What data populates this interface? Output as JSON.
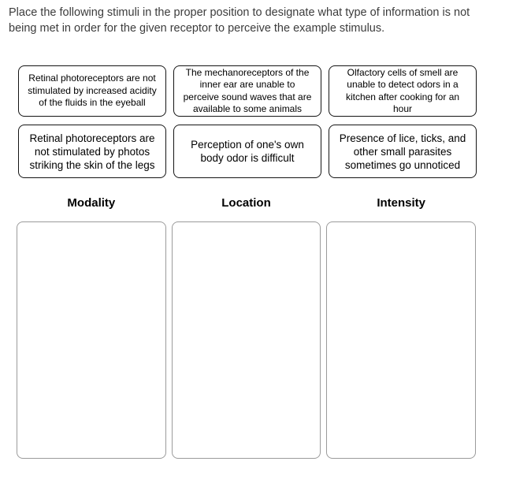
{
  "instructions": "Place the following stimuli in the proper position to designate what type of information is not being met in order for the given receptor to perceive the example stimulus.",
  "cards": [
    {
      "text": "Retinal photoreceptors are not stimulated by increased acidity of the fluids in the eyeball"
    },
    {
      "text": "The mechanoreceptors of the inner ear are unable to perceive sound waves that are available to some animals"
    },
    {
      "text": "Olfactory cells of smell are unable to detect odors in a kitchen after cooking for an hour"
    },
    {
      "text": "Retinal photoreceptors are not stimulated by photos striking the skin of the legs"
    },
    {
      "text": "Perception of one's own body odor is difficult"
    },
    {
      "text": "Presence of lice, ticks, and other small parasites sometimes go unnoticed"
    }
  ],
  "columns": [
    {
      "label": "Modality"
    },
    {
      "label": "Location"
    },
    {
      "label": "Intensity"
    }
  ],
  "colors": {
    "card_border": "#151515",
    "dropzone_border": "#9b9b9b",
    "instruction_text": "#3c3c3c",
    "header_text": "#000000",
    "background": "#ffffff"
  }
}
